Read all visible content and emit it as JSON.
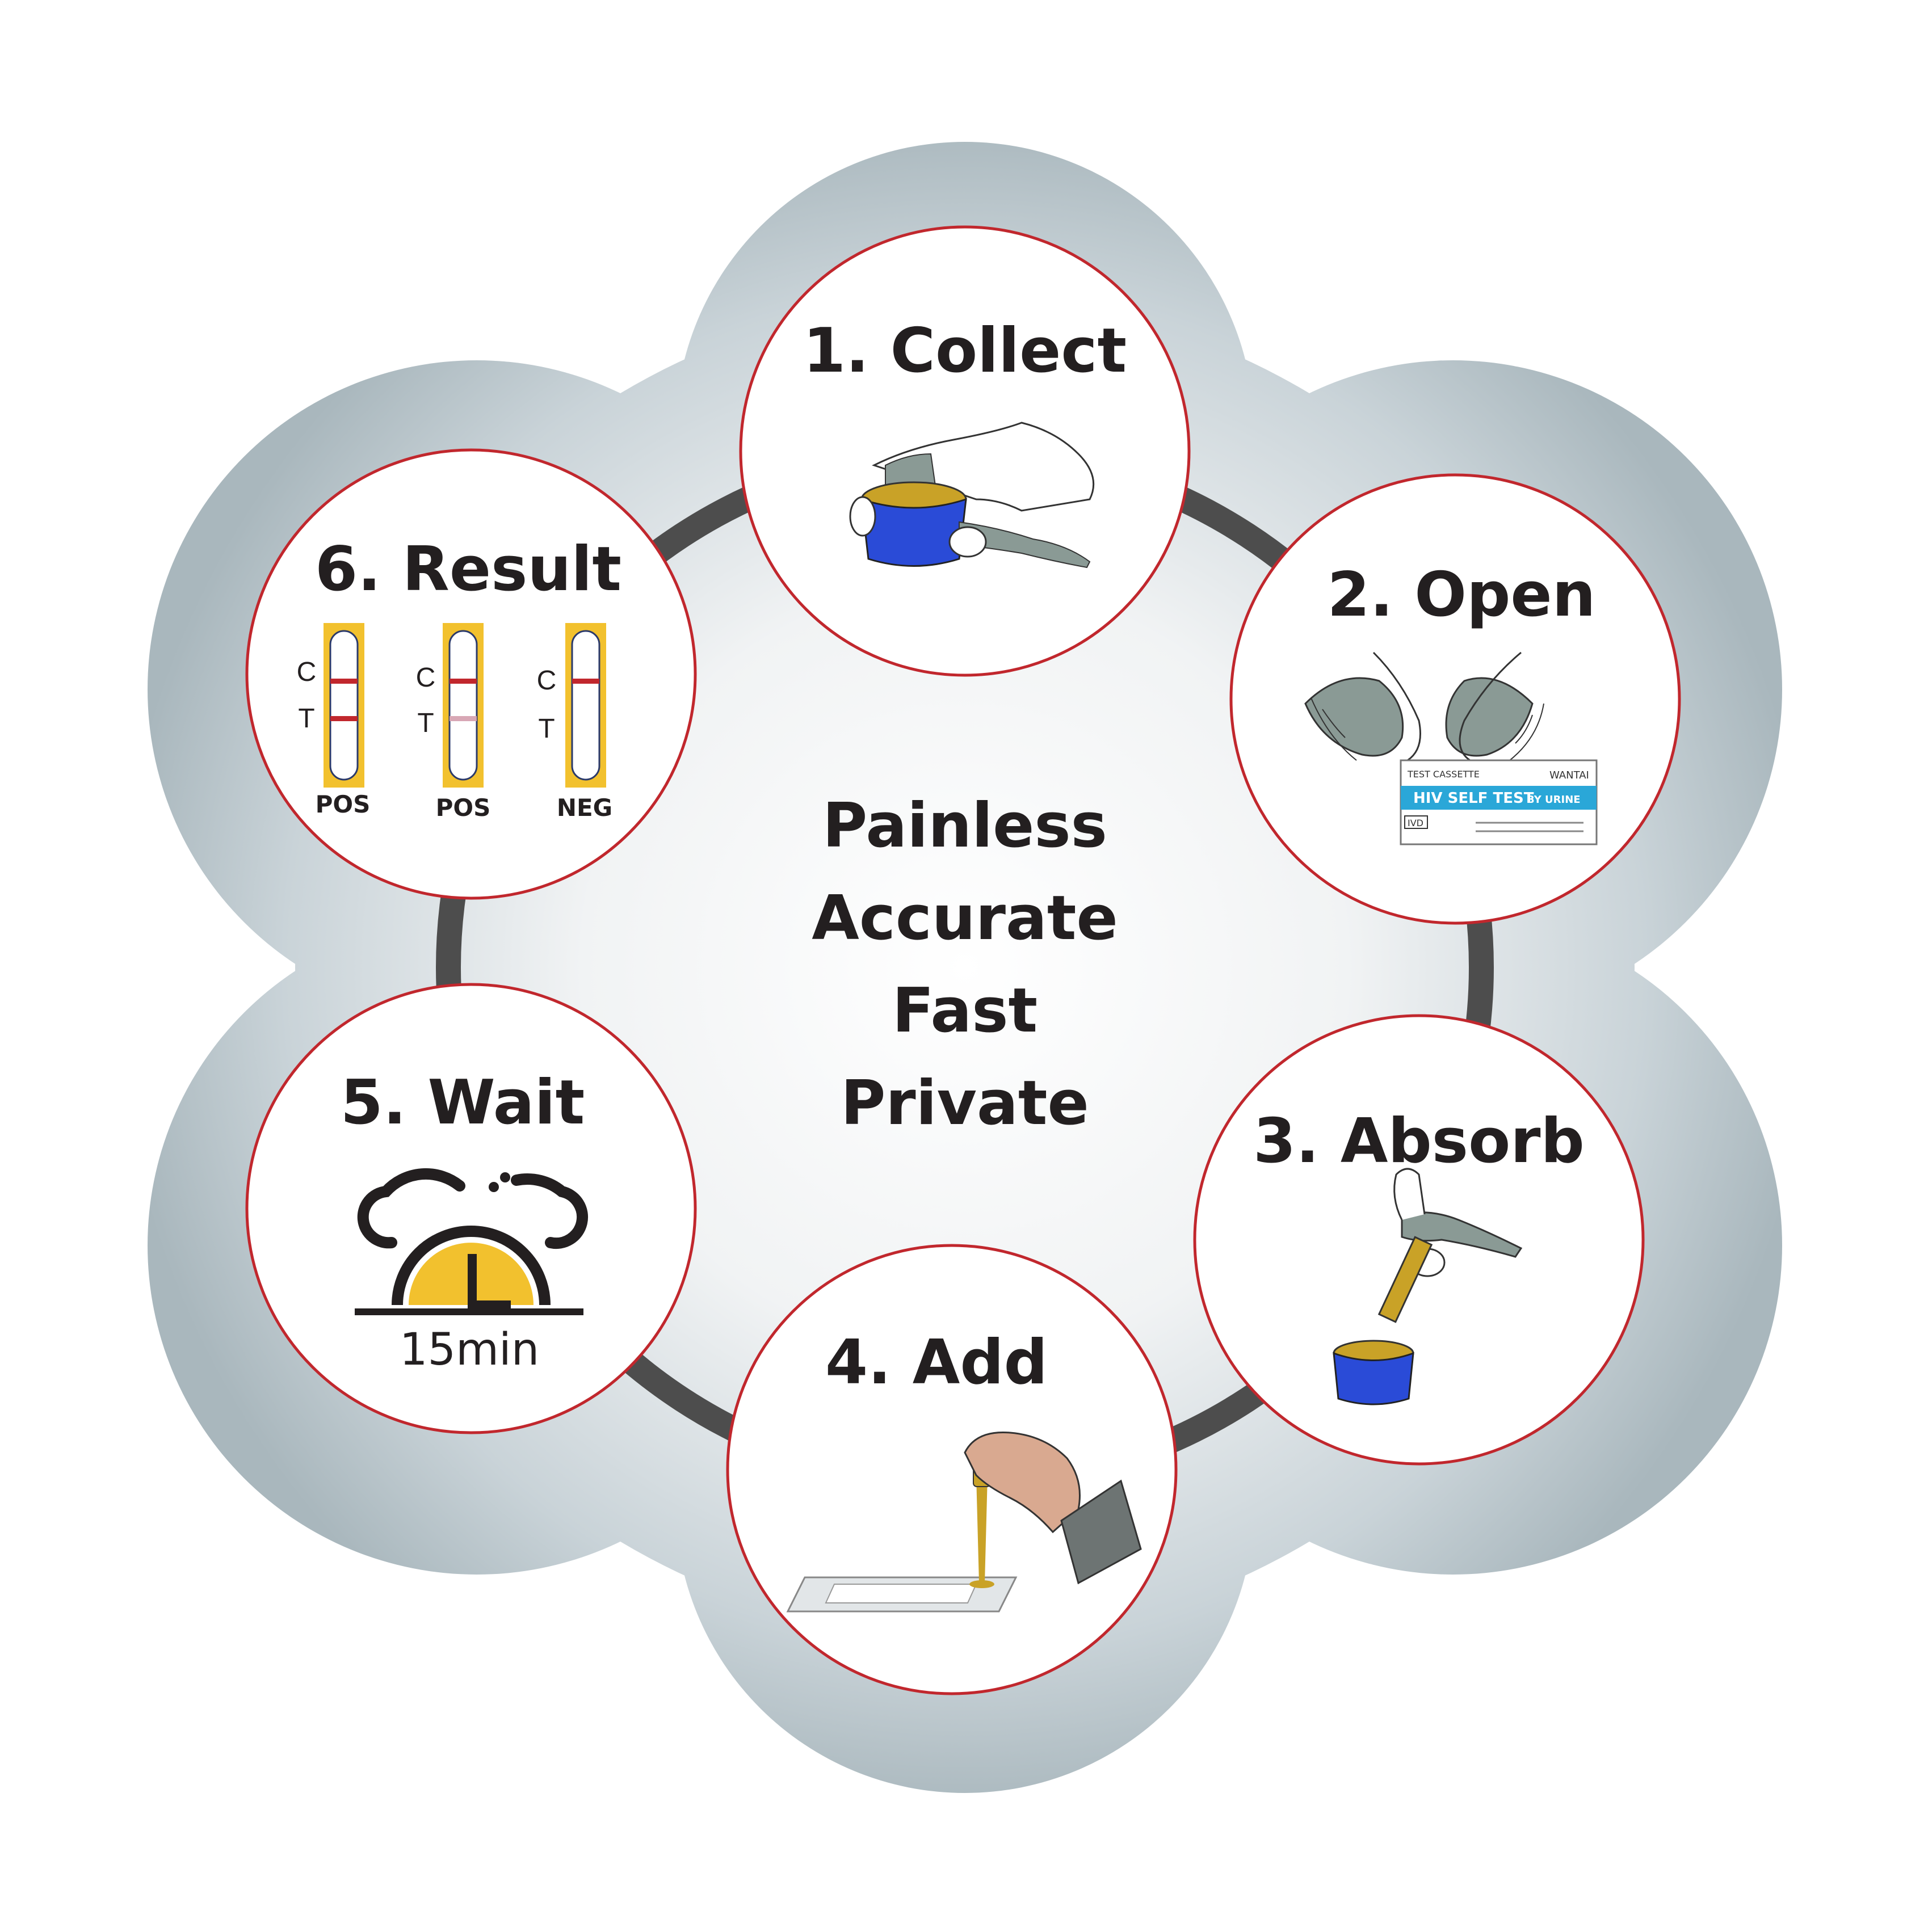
{
  "center_text": [
    "Painless",
    "Accurate",
    "Fast",
    "Private"
  ],
  "steps": [
    {
      "title": "1. Collect",
      "icon": "hand-holding-urine-cup-icon"
    },
    {
      "title": "2. Open",
      "icon": "hands-opening-pouch-icon"
    },
    {
      "title": "3. Absorb",
      "icon": "dropper-in-cup-icon"
    },
    {
      "title": "4. Add",
      "icon": "hand-dropping-sample-icon"
    },
    {
      "title": "5. Wait",
      "icon": "alarm-clock-timer-icon"
    },
    {
      "title": "6. Result",
      "icon": "test-cassette-results-icon"
    }
  ],
  "package": {
    "header": "TEST CASSETTE",
    "brand": "WANTAI",
    "name": "HIV SELF TEST",
    "sub": "BY URINE",
    "ivd": "IVD"
  },
  "timer": {
    "label": "15min"
  },
  "results": {
    "c_label": "C",
    "t_label": "T",
    "items": [
      {
        "label": "POS",
        "t_line": "strong"
      },
      {
        "label": "POS",
        "t_line": "faint"
      },
      {
        "label": "NEG",
        "t_line": "none"
      }
    ]
  },
  "colors": {
    "circle_border": "#c1272d",
    "ring": "#4d4d4d",
    "cup_blue": "#2a4bd7",
    "urine": "#c9a227",
    "cassette_yellow": "#f2c12e",
    "timer_yellow": "#f2c12e",
    "result_line": "#c1272d",
    "faint_line": "#d8a7b5",
    "cloud_edge": "#aebcc2"
  }
}
